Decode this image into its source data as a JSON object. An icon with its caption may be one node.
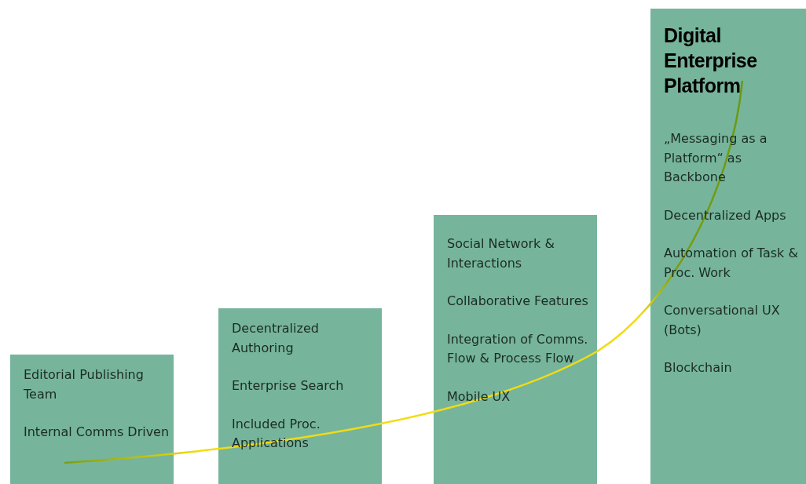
{
  "diagram": {
    "nodes": [
      {
        "text": [
          "Editorial Publishing Team",
          "Internal Comms Driven"
        ]
      },
      {
        "text": [
          "Decentralized Authoring",
          "Enterprise Search",
          "Included Proc. Applications"
        ]
      },
      {
        "text": [
          "Social Network & Interactions",
          "Collaborative Features",
          "Integration of Comms. Flow & Process Flow",
          "Mobile UX"
        ]
      },
      {
        "text": [
          "Digital Enterprise Platform",
          "„Messaging as a Platform“ as Backbone",
          "Decentralized Apps",
          "Automation of Task & Proc. Work",
          "Conversational UX (Bots)",
          "Blockchain"
        ]
      }
    ]
  }
}
